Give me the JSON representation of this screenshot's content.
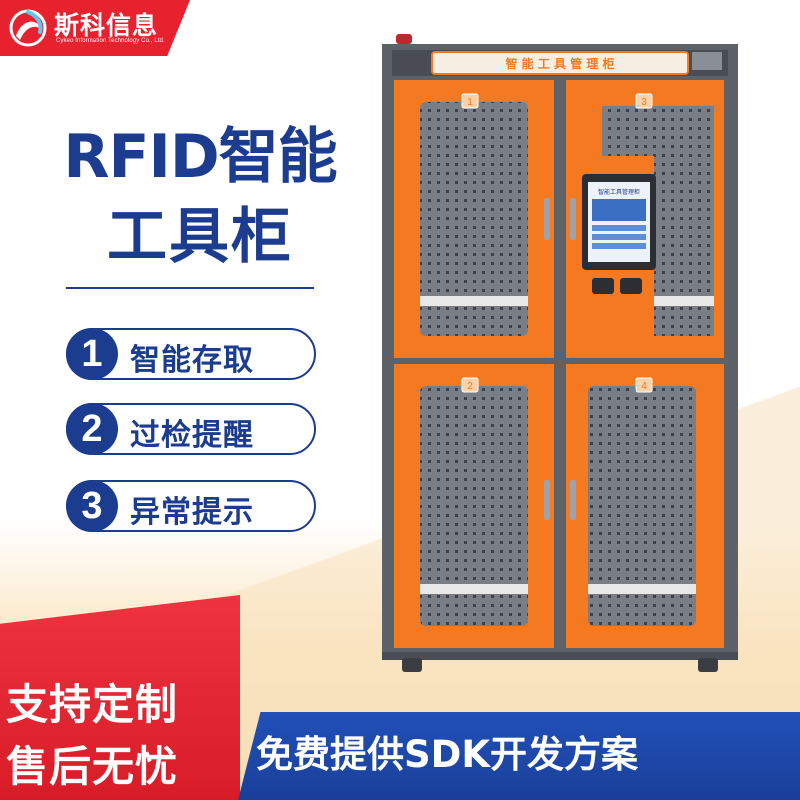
{
  "brand": {
    "name": "斯科信息",
    "subtitle": "Cykeo Information Technology Co., Ltd."
  },
  "title": {
    "line1": "RFID智能",
    "line2": "工具柜"
  },
  "features": [
    {
      "num": "1",
      "label": "智能存取"
    },
    {
      "num": "2",
      "label": "过检提醒"
    },
    {
      "num": "3",
      "label": "异常提示"
    }
  ],
  "promo": {
    "line1": "支持定制",
    "line2": "售后无忧"
  },
  "sdk_banner": "免费提供SDK开发方案",
  "cabinet": {
    "header_label": "智 能 工 具 管 理 柜",
    "door_numbers": [
      "1",
      "2",
      "3",
      "4"
    ],
    "screen_title": "智能工具管理柜"
  },
  "colors": {
    "brand_red": "#e8212f",
    "navy": "#1b3c8f",
    "sdk_blue": "#2150b8",
    "cabinet_orange": "#f47920",
    "frame_gray": "#5d6268"
  }
}
